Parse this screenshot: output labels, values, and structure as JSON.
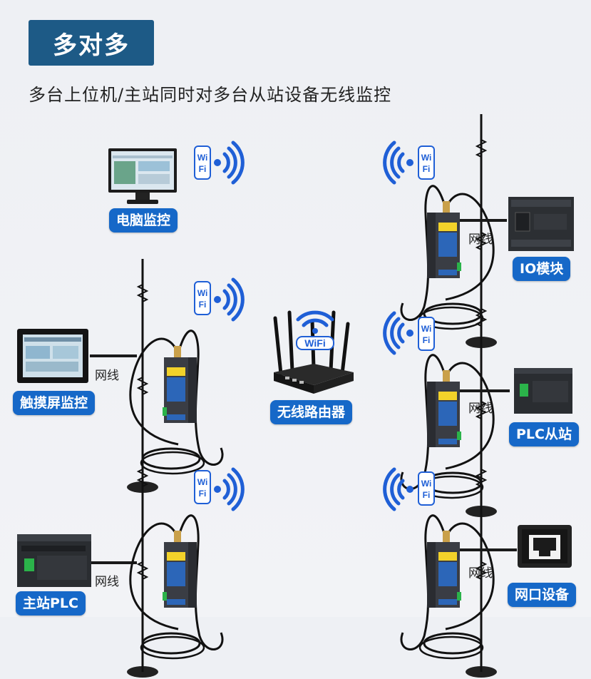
{
  "header": {
    "title": "多对多",
    "subtitle": "多台上位机/主站同时对多台从站设备无线监控"
  },
  "nodes": {
    "pc": {
      "label": "电脑监控"
    },
    "touch": {
      "label": "触摸屏监控",
      "cable": "网线"
    },
    "master_plc": {
      "label": "主站PLC",
      "cable": "网线"
    },
    "router": {
      "label": "无线路由器",
      "wifi_text": "WiFi"
    },
    "io": {
      "label": "IO模块",
      "cable": "网线"
    },
    "plc_slave": {
      "label": "PLC从站",
      "cable": "网线"
    },
    "net_dev": {
      "label": "网口设备",
      "cable": "网线"
    }
  },
  "wifi_badge": {
    "line1": "Wi",
    "line2": "Fi"
  },
  "colors": {
    "title_bg": "#1d5a86",
    "label_bg": "#1668c8",
    "wifi": "#1f5fd6"
  }
}
